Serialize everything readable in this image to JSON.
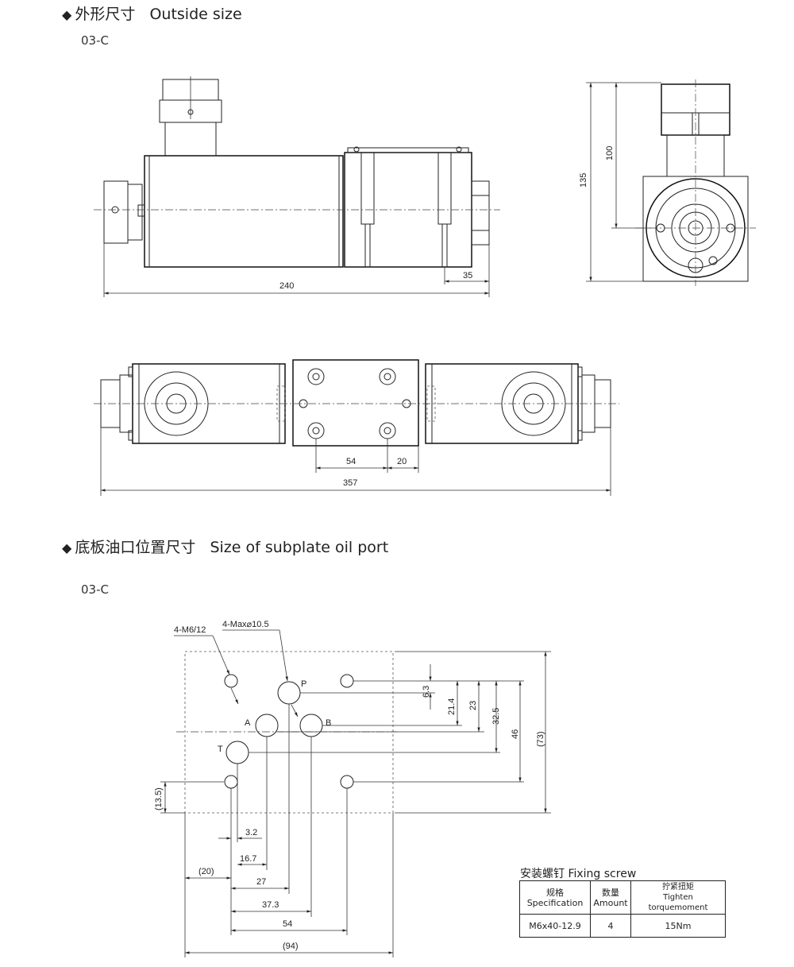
{
  "section1": {
    "title_cn": "外形尺寸",
    "title_en": "Outside size",
    "model": "03-C"
  },
  "section2": {
    "title_cn": "底板油口位置尺寸",
    "title_en": "Size of subplate oil port",
    "model": "03-C"
  },
  "outline_dims": {
    "length": "240",
    "plug": "35",
    "height": "135",
    "height_inner": "100",
    "total_length": "357",
    "port_a": "54",
    "port_b": "20"
  },
  "subplate": {
    "callout_threads": "4-M6/12",
    "callout_ports": "4-Max⌀10.5",
    "port_labels": {
      "p": "P",
      "a": "A",
      "b": "B",
      "t": "T"
    },
    "vertical_dims": {
      "d63": "6.3",
      "d214": "21.4",
      "d23": "23",
      "d325": "32.5",
      "d46": "46",
      "d73": "(73)",
      "d135": "(13.5)"
    },
    "horizontal_dims": {
      "d32": "3.2",
      "d167": "16.7",
      "d20": "(20)",
      "d27": "27",
      "d373": "37.3",
      "d54": "54",
      "d94": "(94)"
    }
  },
  "fixing_screw": {
    "title_cn": "安装螺钉",
    "title_en": "Fixing screw",
    "headers": [
      {
        "cn": "规格",
        "en": "Specification"
      },
      {
        "cn": "数量",
        "en": "Amount"
      },
      {
        "cn": "拧紧扭矩",
        "en": "Tighten torquemoment"
      }
    ],
    "row": [
      "M6x40-12.9",
      "4",
      "15Nm"
    ]
  }
}
